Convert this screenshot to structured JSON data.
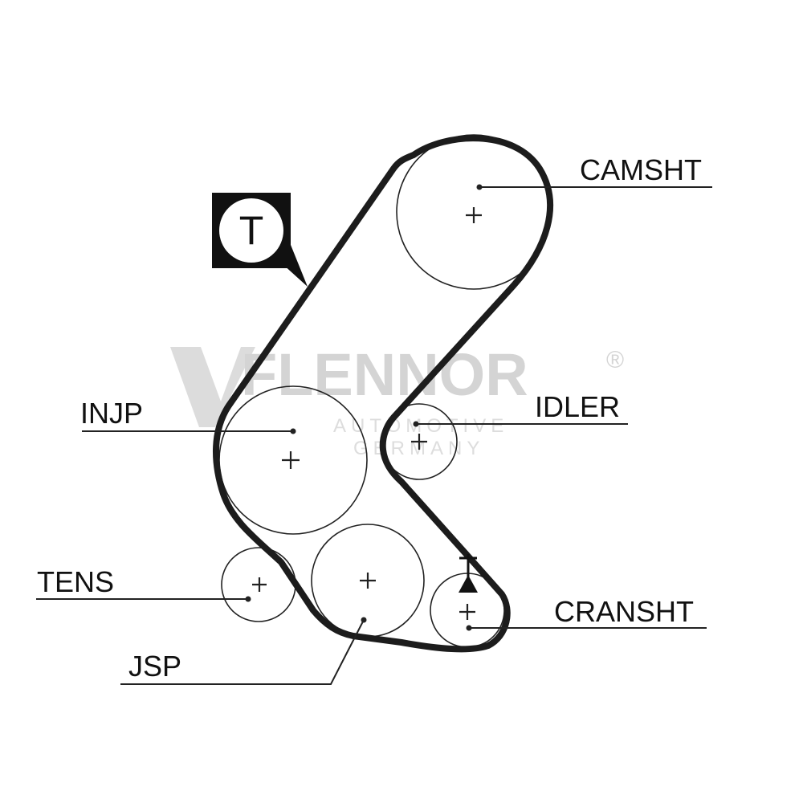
{
  "badge": {
    "letter": "T"
  },
  "watermark": {
    "brand": "FLENNOR",
    "registered": "®",
    "line1": "AUTOMOTIVE",
    "line2": "GERMANY"
  },
  "labels": {
    "camshaft": "CAMSHT",
    "injection_pump": "INJP",
    "idler": "IDLER",
    "tensioner": "TENS",
    "crankshaft": "CRANSHT",
    "jsp": "JSP"
  }
}
